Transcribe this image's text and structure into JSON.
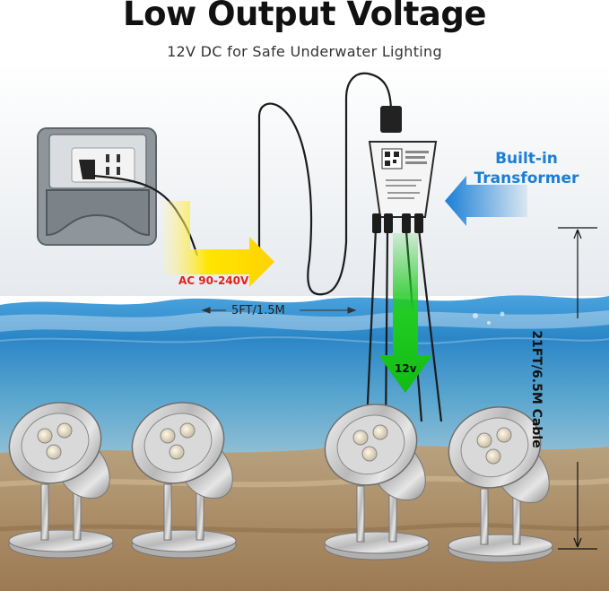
{
  "headline": "Low Output Voltage",
  "subheadline": "12V DC for Safe Underwater Lighting",
  "labels": {
    "builtin_line1": "Built-in",
    "builtin_line2": "Transformer",
    "input_voltage": "AC 90-240V",
    "power_cord_length": "5FT/1.5M",
    "output_voltage": "12v",
    "cable_length": "21FT/6.5M Cable"
  },
  "colors": {
    "headline": "#111111",
    "input_arrow": "#ffe600",
    "output_arrow": "#22cc22",
    "transformer_arrow": "#1a7fd6",
    "input_label": "#e2231a",
    "water": "#1b78b8",
    "sand": "#c9a77a"
  },
  "icons": [
    "outdoor-outlet-icon",
    "transformer-box-icon",
    "yellow-arrow-icon",
    "green-arrow-icon",
    "blue-arrow-icon",
    "spotlight-icon"
  ],
  "spotlight_count": 4
}
